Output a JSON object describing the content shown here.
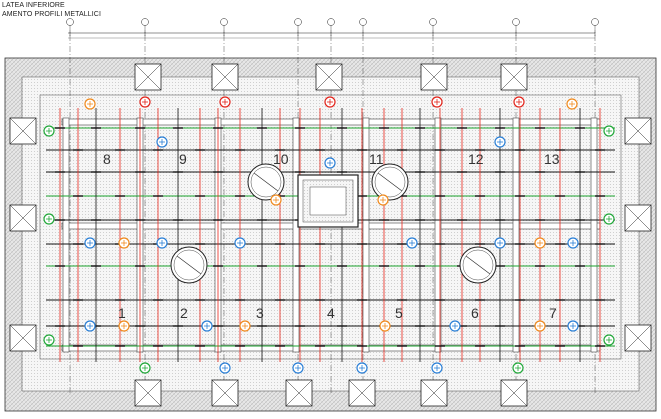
{
  "drawing": {
    "title_line1": "LATEA INFERIORE",
    "title_line2": "AMENTO PROFILI METALLICI"
  },
  "panels": {
    "top": [
      "8",
      "9",
      "10",
      "11",
      "12",
      "13"
    ],
    "bottom": [
      "1",
      "2",
      "3",
      "4",
      "5",
      "6",
      "7"
    ]
  },
  "colors": {
    "grid_line": "#2a2a2a",
    "hatch_border": "#bdbdbd",
    "beam_red": "#e8261b",
    "beam_green": "#1aa22c",
    "beam_black": "#111111",
    "marker_orange": "#f08a1d",
    "marker_blue": "#2a7fd6",
    "marker_green": "#22a83a",
    "marker_red": "#e2231a"
  },
  "icons": {
    "column_marker": "circle-cross-icon",
    "tank": "circular-tank-icon",
    "pier": "square-pier-icon"
  }
}
